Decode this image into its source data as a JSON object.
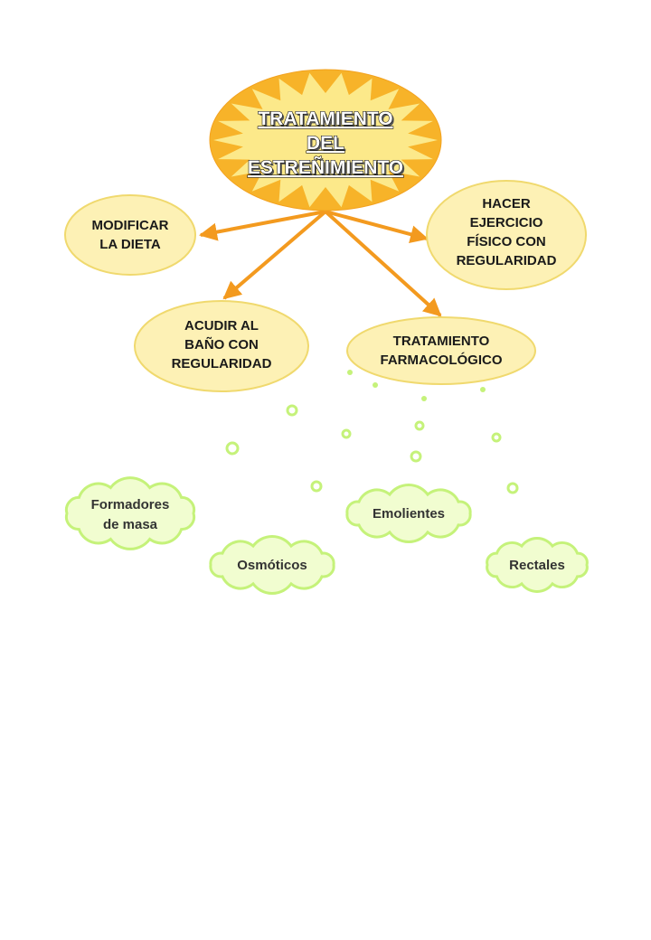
{
  "center": {
    "lines": [
      "TRATAMIENTO",
      "DEL",
      "ESTREÑIMIENTO"
    ]
  },
  "nodes": {
    "diet": {
      "lines": [
        "MODIFICAR",
        "LA DIETA"
      ]
    },
    "exercise": {
      "lines": [
        "HACER",
        "EJERCICIO",
        "FÍSICO CON",
        "REGULARIDAD"
      ]
    },
    "bathroom": {
      "lines": [
        "ACUDIR AL",
        "BAÑO CON",
        "REGULARIDAD"
      ]
    },
    "pharma": {
      "lines": [
        "TRATAMIENTO",
        "FARMACOLÓGICO"
      ]
    }
  },
  "clouds": {
    "bulk": {
      "lines": [
        "Formadores",
        "de masa"
      ]
    },
    "osmotic": {
      "lines": [
        "Osmóticos"
      ]
    },
    "emollient": {
      "lines": [
        "Emolientes"
      ]
    },
    "rectal": {
      "lines": [
        "Rectales"
      ]
    }
  },
  "colors": {
    "sun_inner": "#fce98a",
    "sun_outer": "#f7b329",
    "oval_fill": "#fdf1b5",
    "oval_stroke": "#f0d96e",
    "arrow": "#f39a1f",
    "cloud_fill": "#f1fdd0",
    "cloud_stroke": "#c5f27a",
    "bubble": "#c5f27a"
  }
}
